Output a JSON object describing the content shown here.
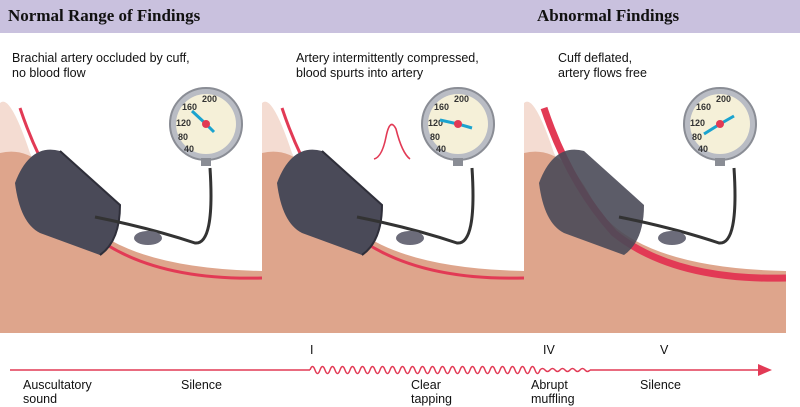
{
  "header": {
    "left_title": "Normal Range of Findings",
    "right_title": "Abnormal Findings"
  },
  "panels": [
    {
      "caption": "Brachial artery occluded by cuff,\nno blood flow",
      "dial": [
        "200",
        "160",
        "120",
        "80",
        "40"
      ],
      "needle_reading": "160"
    },
    {
      "caption": "Artery intermittently compressed,\nblood spurts into artery",
      "dial": [
        "200",
        "160",
        "120",
        "80",
        "40"
      ],
      "needle_reading": "120"
    },
    {
      "caption": "Cuff deflated,\nartery flows free",
      "dial": [
        "200",
        "160",
        "120",
        "80",
        "40"
      ],
      "needle_reading": "80"
    }
  ],
  "timeline": {
    "phases": [
      "I",
      "IV",
      "V"
    ],
    "labels": [
      "Auscultatory\nsound",
      "Silence",
      "Clear\ntapping",
      "Abrupt\nmuffling",
      "Silence"
    ]
  },
  "colors": {
    "header_bg": "#c9c1de",
    "line": "#e23a55",
    "skin": "#e0a890",
    "cuff": "#4a4a58",
    "needle": "#1aa3cf"
  }
}
